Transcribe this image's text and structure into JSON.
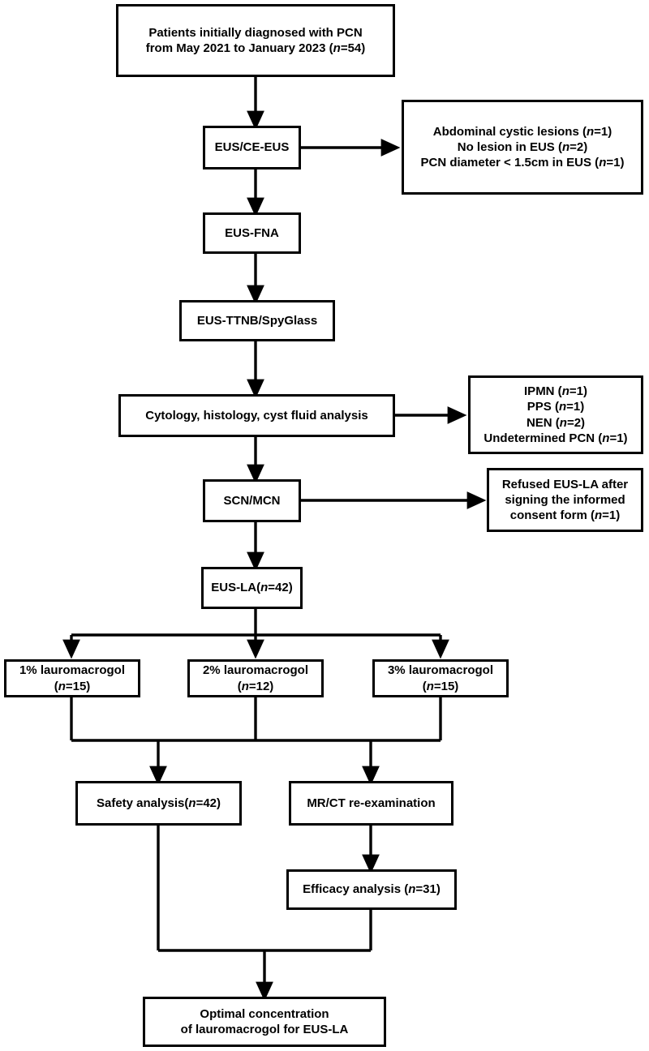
{
  "figure": {
    "type": "flowchart",
    "orientation": "top-to-bottom",
    "background_color": "#ffffff",
    "line_color": "#000000",
    "box_border_color": "#000000",
    "box_fill_color": "#ffffff"
  },
  "nodes": {
    "enrollment": {
      "label": "Patients initially diagnosed with PCN\nfrom May 2021 to January 2023 (n=54)",
      "count": 54
    },
    "eus_ce_eus": {
      "label": "EUS/CE-EUS"
    },
    "excluded_after_eus": {
      "label": "Abdominal cystic lesions (n=1)\nNo lesion in EUS (n=2)\nPCN diameter < 1.5cm in EUS (n=1)",
      "items": [
        {
          "reason": "Abdominal cystic lesions",
          "n": 1
        },
        {
          "reason": "No lesion in EUS",
          "n": 2
        },
        {
          "reason": "PCN diameter < 1.5cm in EUS",
          "n": 1
        }
      ]
    },
    "eus_fna": {
      "label": "EUS-FNA"
    },
    "eus_ttnb": {
      "label": "EUS-TTNB/SpyGlass"
    },
    "cytology": {
      "label": "Cytology, histology, cyst fluid analysis"
    },
    "excluded_after_cytology": {
      "label": "IPMN (n=1)\nPPS (n=1)\nNEN (n=2)\nUndetermined PCN (n=1)",
      "items": [
        {
          "reason": "IPMN",
          "n": 1
        },
        {
          "reason": "PPS",
          "n": 1
        },
        {
          "reason": "NEN",
          "n": 2
        },
        {
          "reason": "Undetermined PCN",
          "n": 1
        }
      ]
    },
    "scn_mcn": {
      "label": "SCN/MCN"
    },
    "refused": {
      "label": "Refused EUS-LA after\nsigning the informed\nconsent form (n=1)",
      "items": [
        {
          "reason": "Refused EUS-LA after signing the informed consent form",
          "n": 1
        }
      ]
    },
    "eus_la": {
      "label": "EUS-LA(n=42)",
      "count": 42
    },
    "group_1pct": {
      "label": "1% lauromacrogol\n(n=15)",
      "concentration": "1%",
      "count": 15
    },
    "group_2pct": {
      "label": "2% lauromacrogol\n(n=12)",
      "concentration": "2%",
      "count": 12
    },
    "group_3pct": {
      "label": "3% lauromacrogol\n(n=15)",
      "concentration": "3%",
      "count": 15
    },
    "safety_analysis": {
      "label": "Safety analysis(n=42)",
      "count": 42
    },
    "mr_ct": {
      "label": "MR/CT re-examination"
    },
    "efficacy_analysis": {
      "label": "Efficacy analysis (n=31)",
      "count": 31
    },
    "conclusion": {
      "label": "Optimal concentration\nof lauromacrogol for EUS-LA"
    }
  }
}
